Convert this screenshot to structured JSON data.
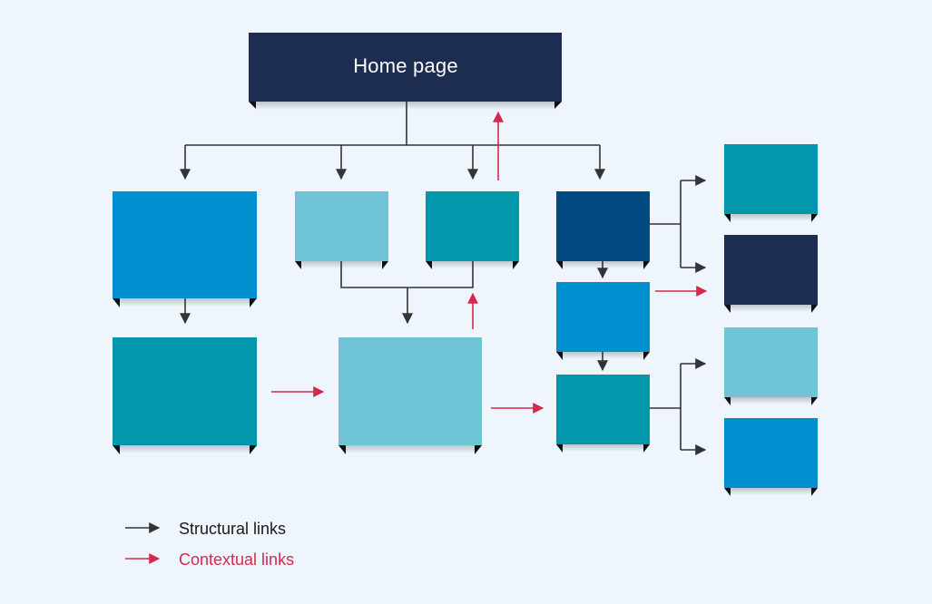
{
  "home": {
    "title": "Home page"
  },
  "legend": {
    "structural": "Structural links",
    "contextual": "Contextual links"
  },
  "colors": {
    "background": "#eef5fd",
    "navy": "#1c2d51",
    "deep_blue": "#004a82",
    "blue": "#008fcf",
    "teal": "#0297ab",
    "light_teal": "#6ec4d5",
    "structural_link": "#333333",
    "contextual_link": "#d3294f"
  },
  "pages": [
    {
      "name": "page-a",
      "color": "blue"
    },
    {
      "name": "page-b",
      "color": "light_teal"
    },
    {
      "name": "page-c",
      "color": "teal"
    },
    {
      "name": "page-d",
      "color": "deep_blue"
    },
    {
      "name": "page-a1",
      "color": "teal"
    },
    {
      "name": "page-bc1",
      "color": "light_teal"
    },
    {
      "name": "page-d1",
      "color": "blue"
    },
    {
      "name": "page-d2",
      "color": "teal"
    },
    {
      "name": "page-r1",
      "color": "teal"
    },
    {
      "name": "page-r2",
      "color": "navy"
    },
    {
      "name": "page-r3",
      "color": "light_teal"
    },
    {
      "name": "page-r4",
      "color": "blue"
    }
  ]
}
